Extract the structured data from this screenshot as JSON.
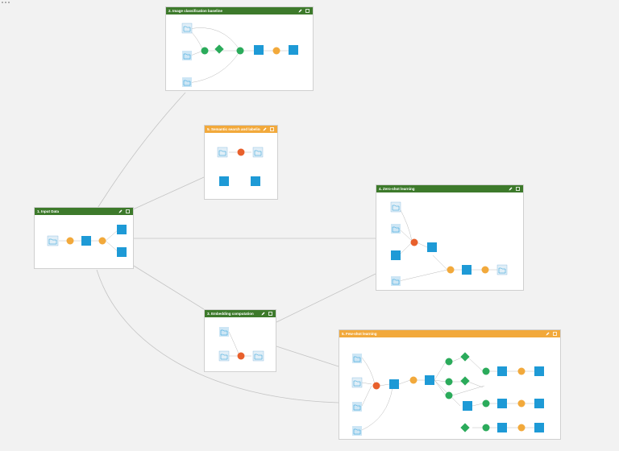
{
  "colors": {
    "zone_green": "#3d7a2b",
    "zone_orange": "#f2a93b",
    "dataset_blue": "#1e9ad6",
    "dataset_light": "#cde6f5",
    "recipe_orange": "#f2a93b",
    "recipe_red": "#e8602c",
    "model_green": "#2bab5b",
    "link_grey": "#bdbdbd"
  },
  "zones": {
    "image_classification": {
      "title": "2. Image classification baseline",
      "color": "green"
    },
    "semantic_search": {
      "title": "5. Semantic search and labeling",
      "color": "orange"
    },
    "input_data": {
      "title": "1. Input Data",
      "color": "green"
    },
    "zero_shot": {
      "title": "4. Zero-shot learning",
      "color": "green"
    },
    "embedding": {
      "title": "3. Embedding computation",
      "color": "green"
    },
    "few_shot": {
      "title": "5. Few-shot learning",
      "color": "orange"
    }
  },
  "header_icons": [
    "pencil-icon",
    "window-icon"
  ]
}
